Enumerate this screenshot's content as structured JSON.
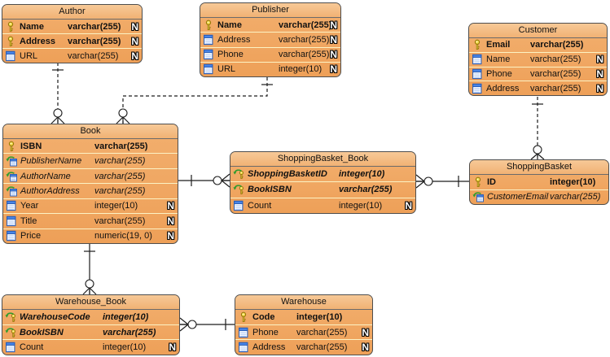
{
  "diagram": {
    "kind": "entity-relationship-diagram",
    "colors": {
      "entity_fill": "#F0A75F",
      "entity_header": "#F4BC82",
      "row_separator": "#FCF2C4",
      "entity_border": "#4E4E4E",
      "relationship_line": "#1C1C1C",
      "primary_key_icon": "#F4DB4A",
      "foreign_key_arrow": "#2E9B2E",
      "column_icon": "#4A86E8",
      "background": "#FFFFFF"
    }
  },
  "tables": [
    {
      "id": "author",
      "name": "Author",
      "columns": [
        {
          "name": "Name",
          "type": "varchar(255)",
          "key": "primary",
          "nullable": true
        },
        {
          "name": "Address",
          "type": "varchar(255)",
          "key": "primary",
          "nullable": true
        },
        {
          "name": "URL",
          "type": "varchar(255)",
          "key": "none",
          "nullable": true
        }
      ]
    },
    {
      "id": "publisher",
      "name": "Publisher",
      "columns": [
        {
          "name": "Name",
          "type": "varchar(255)",
          "key": "primary",
          "nullable": true
        },
        {
          "name": "Address",
          "type": "varchar(255)",
          "key": "none",
          "nullable": true
        },
        {
          "name": "Phone",
          "type": "varchar(255)",
          "key": "none",
          "nullable": true
        },
        {
          "name": "URL",
          "type": "integer(10)",
          "key": "none",
          "nullable": true
        }
      ]
    },
    {
      "id": "customer",
      "name": "Customer",
      "columns": [
        {
          "name": "Email",
          "type": "varchar(255)",
          "key": "primary",
          "nullable": false
        },
        {
          "name": "Name",
          "type": "varchar(255)",
          "key": "none",
          "nullable": true
        },
        {
          "name": "Phone",
          "type": "varchar(255)",
          "key": "none",
          "nullable": true
        },
        {
          "name": "Address",
          "type": "varchar(255)",
          "key": "none",
          "nullable": true
        }
      ]
    },
    {
      "id": "book",
      "name": "Book",
      "columns": [
        {
          "name": "ISBN",
          "type": "varchar(255)",
          "key": "primary",
          "nullable": false
        },
        {
          "name": "PublisherName",
          "type": "varchar(255)",
          "key": "foreign",
          "nullable": false
        },
        {
          "name": "AuthorName",
          "type": "varchar(255)",
          "key": "foreign",
          "nullable": false
        },
        {
          "name": "AuthorAddress",
          "type": "varchar(255)",
          "key": "foreign",
          "nullable": false
        },
        {
          "name": "Year",
          "type": "integer(10)",
          "key": "none",
          "nullable": true
        },
        {
          "name": "Title",
          "type": "varchar(255)",
          "key": "none",
          "nullable": true
        },
        {
          "name": "Price",
          "type": "numeric(19, 0)",
          "key": "none",
          "nullable": true
        }
      ]
    },
    {
      "id": "shoppingbasket_book",
      "name": "ShoppingBasket_Book",
      "columns": [
        {
          "name": "ShoppingBasketID",
          "type": "integer(10)",
          "key": "primary-foreign",
          "nullable": false
        },
        {
          "name": "BookISBN",
          "type": "varchar(255)",
          "key": "primary-foreign",
          "nullable": false
        },
        {
          "name": "Count",
          "type": "integer(10)",
          "key": "none",
          "nullable": true
        }
      ]
    },
    {
      "id": "shoppingbasket",
      "name": "ShoppingBasket",
      "columns": [
        {
          "name": "ID",
          "type": "integer(10)",
          "key": "primary",
          "nullable": false
        },
        {
          "name": "CustomerEmail",
          "type": "varchar(255)",
          "key": "foreign",
          "nullable": false
        }
      ]
    },
    {
      "id": "warehouse_book",
      "name": "Warehouse_Book",
      "columns": [
        {
          "name": "WarehouseCode",
          "type": "integer(10)",
          "key": "primary-foreign",
          "nullable": false
        },
        {
          "name": "BookISBN",
          "type": "varchar(255)",
          "key": "primary-foreign",
          "nullable": false
        },
        {
          "name": "Count",
          "type": "integer(10)",
          "key": "none",
          "nullable": true
        }
      ]
    },
    {
      "id": "warehouse",
      "name": "Warehouse",
      "columns": [
        {
          "name": "Code",
          "type": "integer(10)",
          "key": "primary",
          "nullable": false
        },
        {
          "name": "Phone",
          "type": "varchar(255)",
          "key": "none",
          "nullable": true
        },
        {
          "name": "Address",
          "type": "varchar(255)",
          "key": "none",
          "nullable": true
        }
      ]
    }
  ],
  "relationships": [
    {
      "from": "Author",
      "to": "Book",
      "from_end": "one",
      "to_end": "zero-or-many",
      "line": "dashed"
    },
    {
      "from": "Publisher",
      "to": "Book",
      "from_end": "one",
      "to_end": "zero-or-many",
      "line": "dashed"
    },
    {
      "from": "Customer",
      "to": "ShoppingBasket",
      "from_end": "one",
      "to_end": "zero-or-many",
      "line": "dashed"
    },
    {
      "from": "Book",
      "to": "ShoppingBasket_Book",
      "from_end": "one",
      "to_end": "zero-or-many",
      "line": "solid"
    },
    {
      "from": "ShoppingBasket",
      "to": "ShoppingBasket_Book",
      "from_end": "one",
      "to_end": "zero-or-many",
      "line": "solid"
    },
    {
      "from": "Book",
      "to": "Warehouse_Book",
      "from_end": "one",
      "to_end": "zero-or-many",
      "line": "solid"
    },
    {
      "from": "Warehouse",
      "to": "Warehouse_Book",
      "from_end": "one",
      "to_end": "zero-or-many",
      "line": "solid"
    }
  ]
}
